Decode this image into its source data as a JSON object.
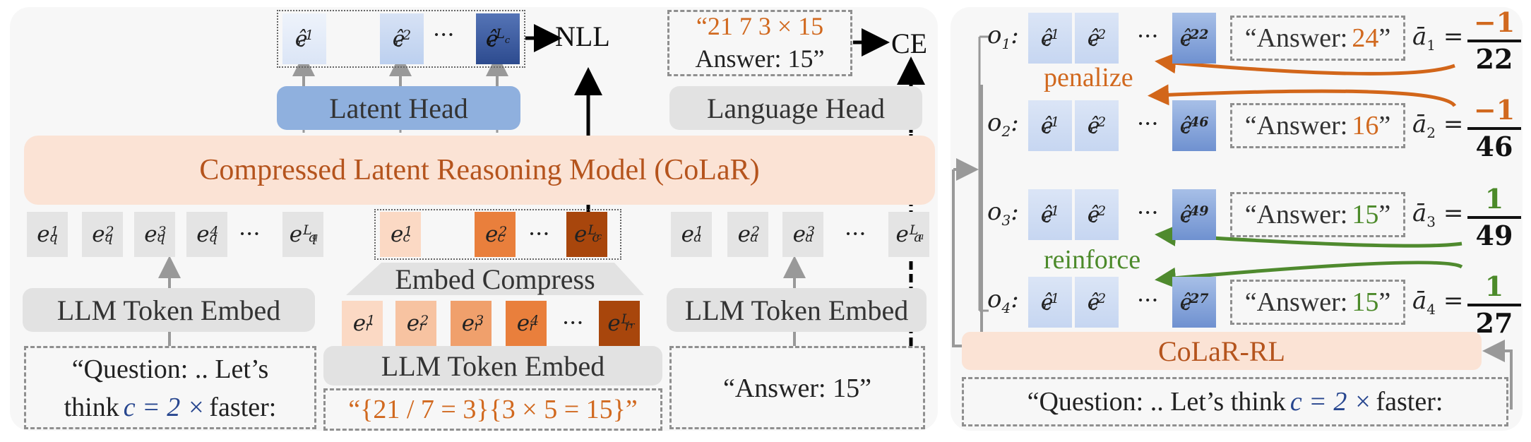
{
  "colors": {
    "latent_head": "#8fb0de",
    "colar_main": "#fbe3d5",
    "colar_text": "#b5541d",
    "orange_text": "#d1691f",
    "green_text": "#4c8a2a",
    "blue_text": "#27468f",
    "penalize_arrow": "#d2661a",
    "reinforce_arrow": "#4f8a2e"
  },
  "left": {
    "latent_head": "Latent Head",
    "nll": "NLL",
    "ce": "CE",
    "language_head": "Language Head",
    "target_text_line1": "“21 7 3 × 15",
    "target_text_line2": "Answer: 15”",
    "colar_model": "Compressed Latent Reasoning Model (CoLaR)",
    "embed_compress": "Embed Compress",
    "llm_token_embed_q": "LLM Token Embed",
    "llm_token_embed_r": "LLM Token Embed",
    "llm_token_embed_a": "LLM Token Embed",
    "question_line1": "“Question: .. Let’s",
    "question_line2_pre": "think ",
    "question_math": "c = 2 ×",
    "question_line2_post": " faster:",
    "reasoning_text": "“{21 / 7 = 3}{3 × 5 = 15}”",
    "answer_text": "“Answer: 15”",
    "ellipsis": "···"
  },
  "right": {
    "rows": [
      {
        "label": "o",
        "index": "1",
        "last_sup": "22",
        "answer_pre": "“Answer: ",
        "answer_val": "24",
        "answer_post": "”",
        "abar_idx": "1",
        "num": "−1",
        "den": "22",
        "color": "orange"
      },
      {
        "label": "o",
        "index": "2",
        "last_sup": "46",
        "answer_pre": "“Answer: ",
        "answer_val": "16",
        "answer_post": "”",
        "abar_idx": "2",
        "num": "−1",
        "den": "46",
        "color": "orange"
      },
      {
        "label": "o",
        "index": "3",
        "last_sup": "49",
        "answer_pre": "“Answer: ",
        "answer_val": "15",
        "answer_post": "”",
        "abar_idx": "3",
        "num": "1",
        "den": "49",
        "color": "green"
      },
      {
        "label": "o",
        "index": "4",
        "last_sup": "27",
        "answer_pre": "“Answer: ",
        "answer_val": "15",
        "answer_post": "”",
        "abar_idx": "4",
        "num": "1",
        "den": "27",
        "color": "green"
      }
    ],
    "penalize": "penalize",
    "reinforce": "reinforce",
    "colar_rl": "CoLaR-RL",
    "question_pre": "“Question: .. Let’s think ",
    "question_math": "c = 2 ×",
    "question_post": " faster:"
  }
}
